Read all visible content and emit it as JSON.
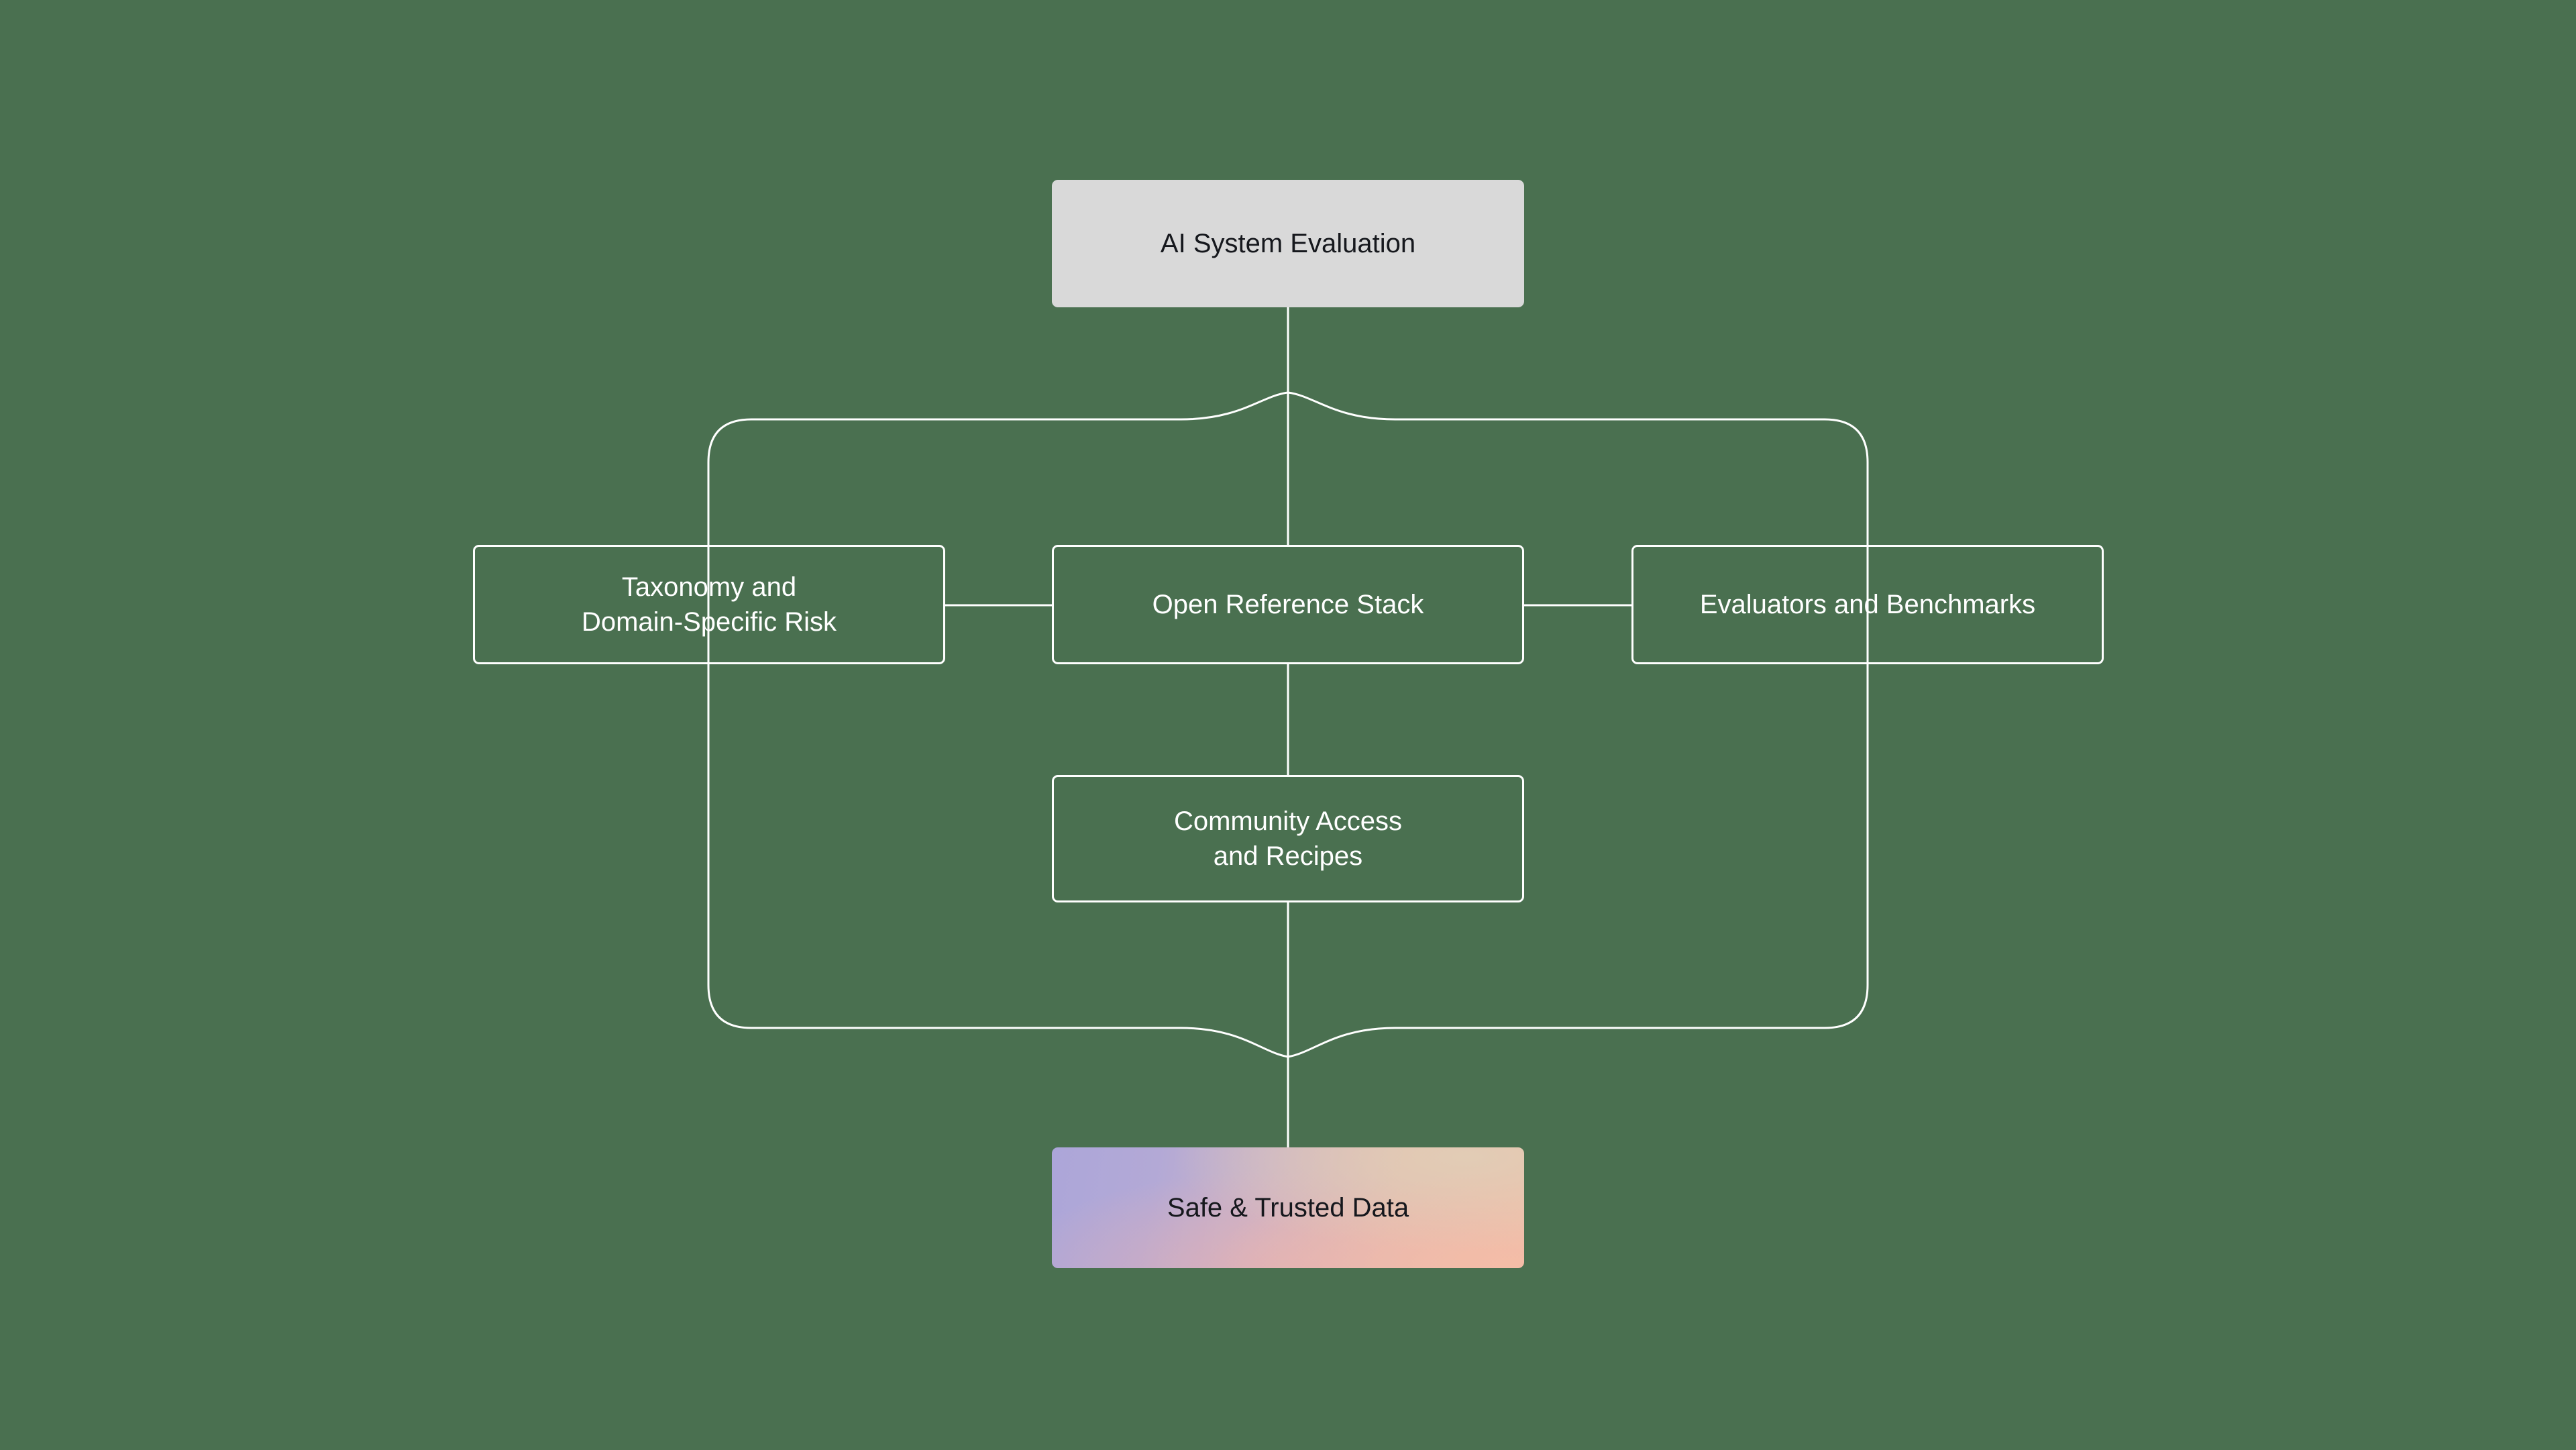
{
  "diagram": {
    "background_color": "#4a7050",
    "connector_color": "#ffffff",
    "nodes": [
      {
        "id": "root",
        "label": "AI System Evaluation",
        "style": "filled",
        "fill_color": "#d9d9d9",
        "text_color": "#16181d"
      },
      {
        "id": "taxonomy",
        "label": "Taxonomy and\nDomain-Specific Risk",
        "style": "outlined",
        "border_color": "#ffffff",
        "text_color": "#ffffff"
      },
      {
        "id": "open-reference-stack",
        "label": "Open Reference Stack",
        "style": "outlined",
        "border_color": "#ffffff",
        "text_color": "#ffffff"
      },
      {
        "id": "evaluators",
        "label": "Evaluators and Benchmarks",
        "style": "outlined",
        "border_color": "#ffffff",
        "text_color": "#ffffff"
      },
      {
        "id": "community",
        "label": "Community Access\nand Recipes",
        "style": "outlined",
        "border_color": "#ffffff",
        "text_color": "#ffffff"
      },
      {
        "id": "safe-trusted-data",
        "label": "Safe & Trusted Data",
        "style": "gradient",
        "gradient_from": "#aca6d9",
        "gradient_mid": "#e1cdb6",
        "gradient_to": "#f2bda7",
        "text_color": "#16181d"
      }
    ]
  }
}
